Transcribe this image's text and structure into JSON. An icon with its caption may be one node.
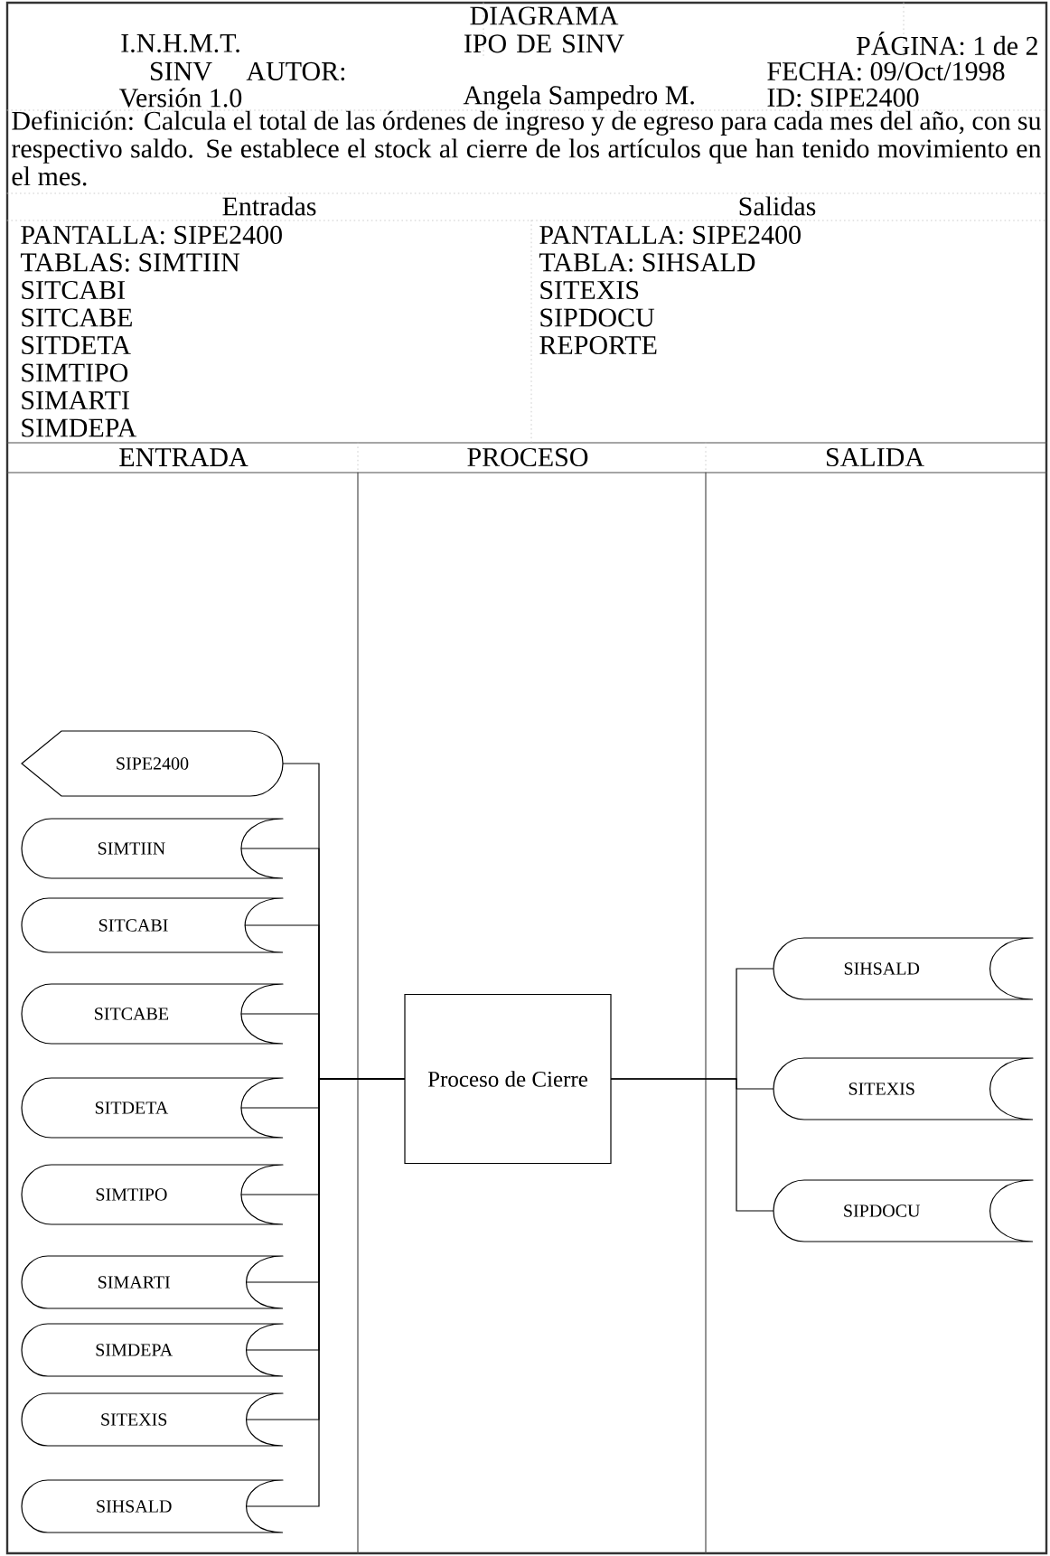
{
  "diagram": {
    "title": "DIAGRAMA IPO DE SINV",
    "nodes": [
      {
        "text": [
          "SIPE2400"
        ]
      },
      {
        "text": [
          "SIMTIIN"
        ]
      },
      {
        "text": [
          "SITCABI"
        ]
      },
      {
        "text": [
          "SITCABE"
        ]
      },
      {
        "text": [
          "SITDETA"
        ]
      },
      {
        "text": [
          "SIMTIPO"
        ]
      },
      {
        "text": [
          "SIMARTI"
        ]
      },
      {
        "text": [
          "SIMDEPA"
        ]
      },
      {
        "text": [
          "SITEXIS"
        ]
      },
      {
        "text": [
          "SIHSALD"
        ]
      },
      {
        "text": [
          "Proceso de Cierre"
        ]
      },
      {
        "text": [
          "SIHSALD"
        ]
      },
      {
        "text": [
          "SITEXIS"
        ]
      },
      {
        "text": [
          "SIPDOCU"
        ]
      }
    ],
    "edges": [
      {
        "from": 0,
        "to": 10,
        "arrow": "none"
      },
      {
        "from": 1,
        "to": 10,
        "arrow": "none"
      },
      {
        "from": 2,
        "to": 10,
        "arrow": "none"
      },
      {
        "from": 3,
        "to": 10,
        "arrow": "none"
      },
      {
        "from": 4,
        "to": 10,
        "arrow": "none"
      },
      {
        "from": 5,
        "to": 10,
        "arrow": "none"
      },
      {
        "from": 6,
        "to": 10,
        "arrow": "none"
      },
      {
        "from": 7,
        "to": 10,
        "arrow": "none"
      },
      {
        "from": 8,
        "to": 10,
        "arrow": "none"
      },
      {
        "from": 9,
        "to": 10,
        "arrow": "none"
      },
      {
        "from": 10,
        "to": 11,
        "arrow": "none"
      },
      {
        "from": 10,
        "to": 12,
        "arrow": "none"
      },
      {
        "from": 10,
        "to": 13,
        "arrow": "none"
      }
    ],
    "labels": [
      "I.N.H.M.T.",
      "PÁGINA: 1 de 2",
      "SINV",
      "AUTOR:",
      "FECHA: 09/Oct/1998",
      "Versión 1.0",
      "Angela Sampedro M.",
      "ID: SIPE2400",
      "Definición: Calcula el total de las órdenes de ingreso y de egreso para cada mes del año, con su respectivo saldo. Se establece el stock al cierre de los artículos que han tenido movimiento en el mes.",
      "Entradas",
      "Salidas",
      "PANTALLA:  SIPE2400",
      "PANTALLA: SIPE2400",
      "TABLAS: SIMTIIN",
      "TABLA: SIHSALD",
      "SITCABI",
      "SITEXIS",
      "SITCABE",
      "SIPDOCU",
      "SITDETA",
      "REPORTE",
      "SIMTIPO",
      "SIMARTI",
      "SIMDEPA",
      "ENTRADA",
      "PROCESO",
      "SALIDA"
    ]
  }
}
